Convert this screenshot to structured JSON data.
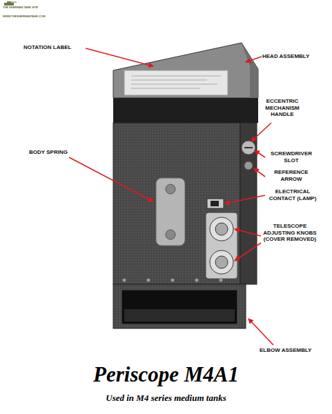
{
  "diagram": {
    "title": "Periscope M4A1",
    "caption": "Used in M4 series medium tanks",
    "labels": [
      "THE SHERMAN TANK SITE",
      "WWW.THESHERMANTANK.COM",
      "NOTATION LABEL",
      "HEAD ASSEMBLY",
      "ECCENTRIC MECHANISM HANDLE",
      "BODY SPRING",
      "SCREWDRIVER SLOT",
      "REFERENCE ARROW",
      "ELECTRICAL CONTACT (LAMP)",
      "TELESCOPE ADJUSTING KNOBS (COVER REMOVED)",
      "ELBOW ASSEMBLY"
    ]
  }
}
